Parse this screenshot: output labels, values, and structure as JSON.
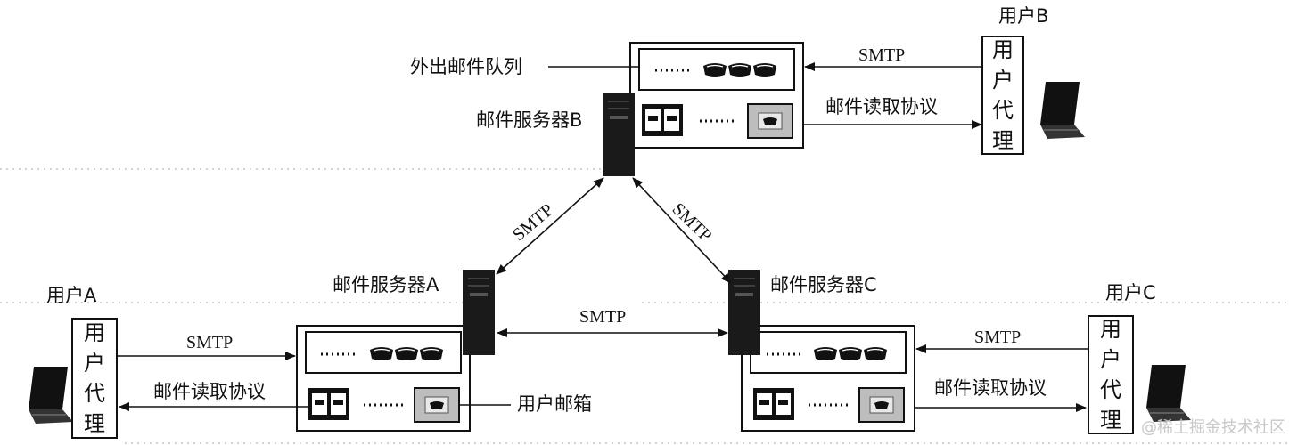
{
  "labels": {
    "outgoing_queue": "外出邮件队列",
    "mailbox": "用户邮箱",
    "server_a": "邮件服务器A",
    "server_b": "邮件服务器B",
    "server_c": "邮件服务器C",
    "user_a": "用户A",
    "user_b": "用户B",
    "user_c": "用户C"
  },
  "agent_chars": [
    "用",
    "户",
    "代",
    "理"
  ],
  "protocols": {
    "smtp": "SMTP",
    "read": "邮件读取协议"
  },
  "watermark": "@稀土掘金技术社区",
  "colors": {
    "ink": "#111111",
    "screen_gray": "#bdbdbd",
    "tower": "#1a1a1a"
  }
}
